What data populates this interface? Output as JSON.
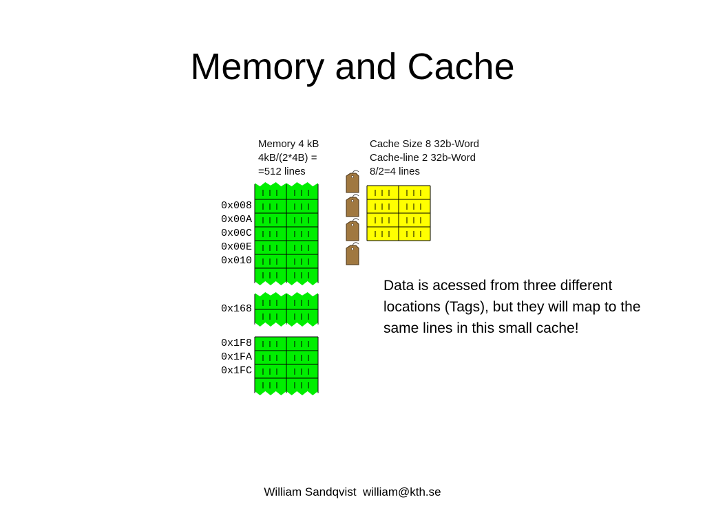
{
  "title": "Memory and Cache",
  "memory_label": [
    "Memory 4 kB",
    "4kB/(2*4B) =",
    "=512 lines"
  ],
  "cache_label": [
    "Cache Size 8 32b-Word",
    "Cache-line 2 32b-Word",
    "8/2=4 lines"
  ],
  "memory_addresses": {
    "block1": [
      "0x008",
      "0x00A",
      "0x00C",
      "0x00E",
      "0x010"
    ],
    "block2": [
      "0x168"
    ],
    "block3": [
      "0x1F8",
      "0x1FA",
      "0x1FC"
    ]
  },
  "description": "Data is acessed from three different locations (Tags), but they will map to the same lines in this small cache!",
  "footer": "William Sandqvist  william@kth.se",
  "colors": {
    "memory_fill": "#00ee00",
    "cache_fill": "#ffff00",
    "grid_line": "#000000",
    "tag_fill": "#a07840"
  }
}
